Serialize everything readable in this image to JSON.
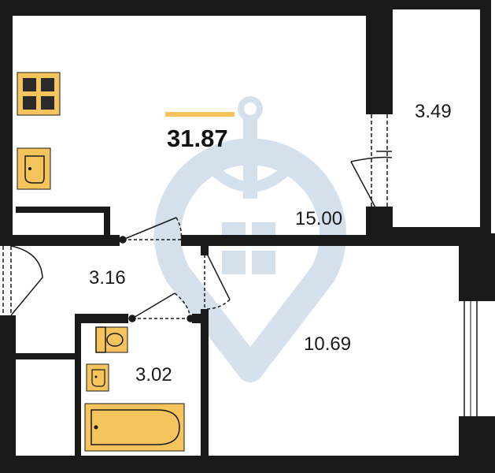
{
  "plan": {
    "total_area": "31.87",
    "rooms": [
      {
        "id": "living-kitchen",
        "area": "15.00"
      },
      {
        "id": "balcony",
        "area": "3.49"
      },
      {
        "id": "hallway",
        "area": "3.16"
      },
      {
        "id": "bedroom",
        "area": "10.69"
      },
      {
        "id": "bathroom",
        "area": "3.02"
      }
    ]
  },
  "colors": {
    "wall": "#1a1a1a",
    "fixture_fill": "#f6c45c",
    "accent_bar": "#f6c45c",
    "watermark": "#2d6ea8",
    "background": "#ffffff"
  },
  "icons": [
    "stove-icon",
    "kitchen-sink-icon",
    "toilet-icon",
    "washbasin-icon",
    "bathtub-icon",
    "anchor-watermark-icon"
  ]
}
